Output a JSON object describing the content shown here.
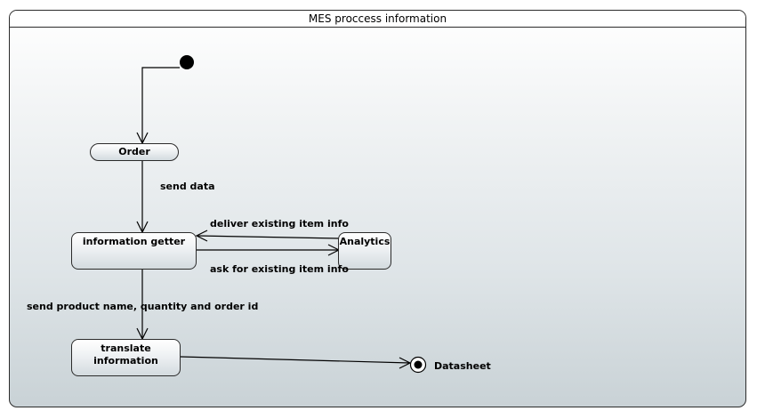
{
  "diagram": {
    "title": "MES proccess information",
    "states": {
      "order": "Order",
      "information_getter": "information getter",
      "analytics": "Analytics",
      "translate_information": "translate information",
      "datasheet": "Datasheet"
    },
    "transitions": {
      "send_data": "send data",
      "deliver_existing_item_info": "deliver existing item info",
      "ask_for_existing_item_info": "ask for existing item info",
      "send_product_info": "send product name, quantity and order id"
    }
  }
}
